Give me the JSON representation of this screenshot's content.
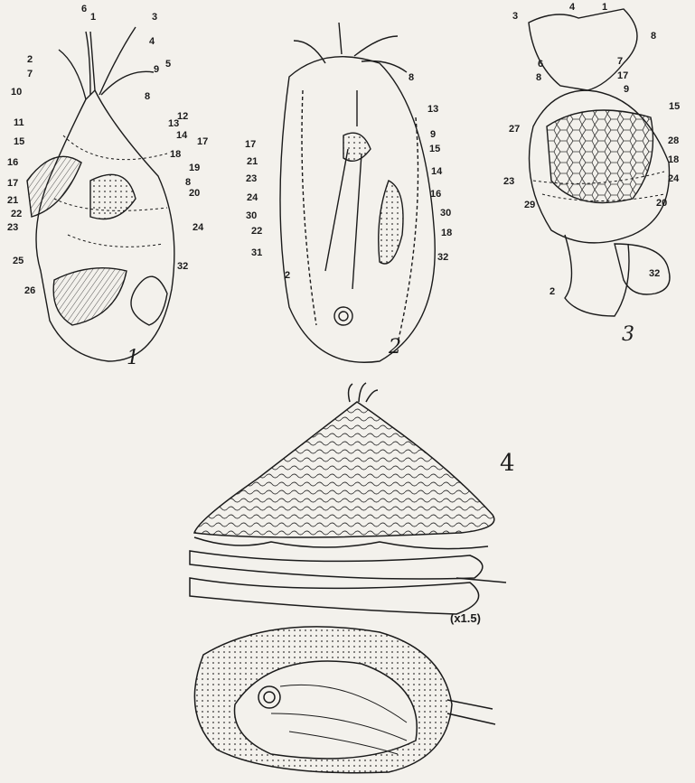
{
  "figure_numbers": {
    "f1": "1",
    "f2": "2",
    "f3": "3",
    "f4": "4"
  },
  "scale_note": "(x1.5)",
  "fig1_labels": [
    "6",
    "1",
    "3",
    "4",
    "2",
    "7",
    "9",
    "5",
    "8",
    "10",
    "12",
    "11",
    "13",
    "15",
    "14",
    "17",
    "16",
    "18",
    "19",
    "17",
    "8",
    "20",
    "21",
    "22",
    "23",
    "24",
    "25",
    "32",
    "26"
  ],
  "fig2_labels": [
    "8",
    "13",
    "17",
    "9",
    "21",
    "15",
    "23",
    "14",
    "24",
    "16",
    "30",
    "30",
    "22",
    "18",
    "31",
    "32",
    "2"
  ],
  "fig3_labels": [
    "3",
    "4",
    "1",
    "8",
    "6",
    "7",
    "8",
    "17",
    "9",
    "15",
    "27",
    "28",
    "18",
    "23",
    "24",
    "20",
    "29",
    "32",
    "2"
  ],
  "colors": {
    "paper": "#f3f1ec",
    "ink": "#1b1b1b"
  }
}
